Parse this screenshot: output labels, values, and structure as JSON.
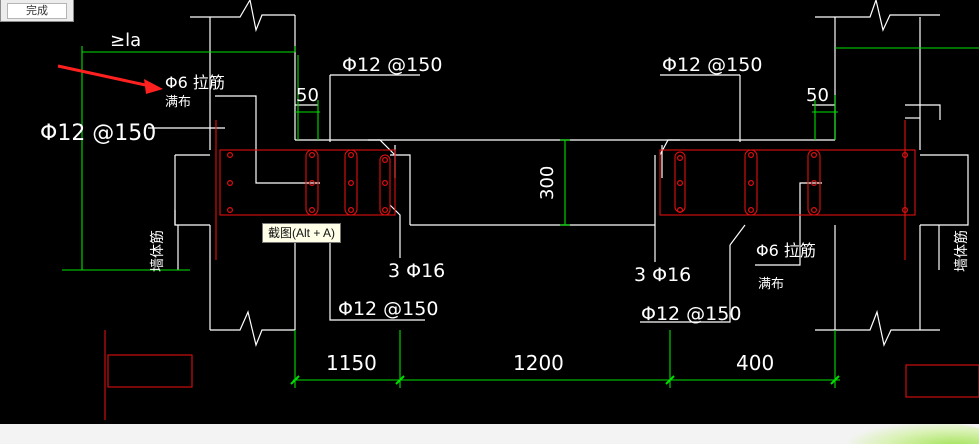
{
  "toolbar": {
    "button_label": "完成"
  },
  "tooltip": {
    "text": "截图(Alt + A)"
  },
  "drawing": {
    "labels": {
      "anchorage": "≥la",
      "tie_bar_left": "Φ6 拉筋",
      "tie_bar_left_sub": "满布",
      "rebar_left_side": "Φ12 @150",
      "rebar_top_left": "Φ12 @150",
      "rebar_top_right": "Φ12 @150",
      "offset_left": "50",
      "offset_right": "50",
      "beam_depth": "300",
      "bars_left": "3 Φ16",
      "bars_right": "3 Φ16",
      "rebar_bottom_left": "Φ12 @150",
      "rebar_bottom_right": "Φ12 @150",
      "tie_bar_right": "Φ6 拉筋",
      "tie_bar_right_sub": "满布",
      "wall_bar_left": "墙体筋",
      "wall_bar_right": "墙体筋"
    },
    "dimensions": [
      "1150",
      "1200",
      "400"
    ],
    "colors": {
      "background": "#000000",
      "lines": "#ffffff",
      "dimension": "#00ff00",
      "rebar": "#e01010",
      "accent_arrow": "#ff2020"
    }
  },
  "icons": {
    "arrow": "red-pointer-arrow-icon",
    "logo": "app-logo-icon"
  }
}
